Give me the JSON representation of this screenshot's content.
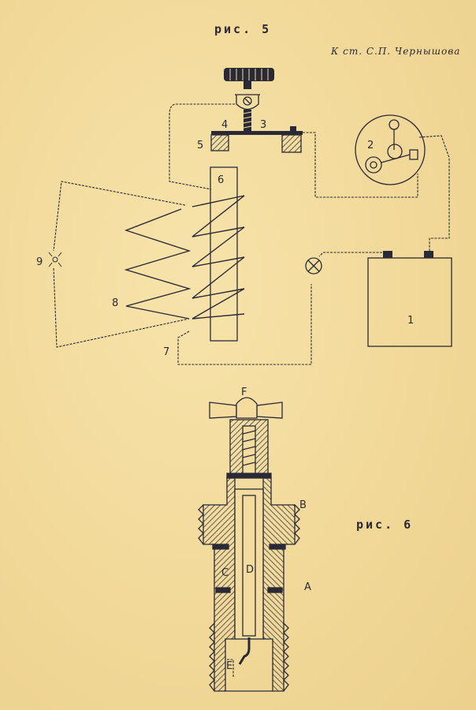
{
  "fig5": {
    "title": "рис. 5",
    "attribution": "К ст. С.П. Чернышова",
    "labels": {
      "n1": "1",
      "n2": "2",
      "n3": "3",
      "n4": "4",
      "n5": "5",
      "n6": "6",
      "n7": "7",
      "n8": "8",
      "n9": "9"
    }
  },
  "fig6": {
    "title": "рис. 6",
    "labels": {
      "F": "F",
      "B": "B",
      "A": "A",
      "C": "C",
      "D": "D",
      "E": "E"
    }
  },
  "colors": {
    "paper": "#f3dc9e",
    "ink": "#2a2a36",
    "hatch": "#3a3a44"
  }
}
